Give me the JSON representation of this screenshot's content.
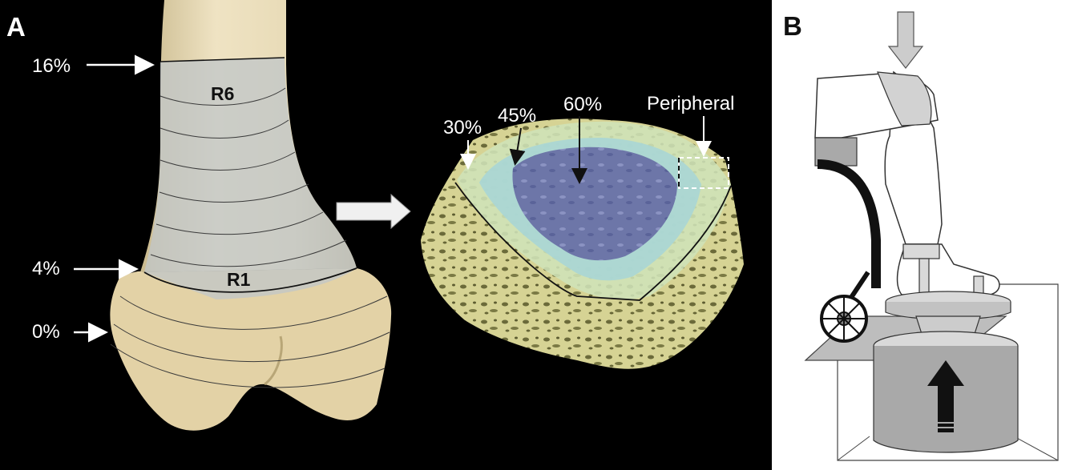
{
  "panel_a": {
    "letter": "A",
    "femur_levels": {
      "top": "16%",
      "middle": "4%",
      "bottom": "0%"
    },
    "regions": {
      "upper": "R6",
      "lower": "R1"
    },
    "slice_labels": {
      "outer": "30%",
      "mid": "45%",
      "inner": "60%",
      "peripheral": "Peripheral"
    },
    "colors": {
      "background": "#000000",
      "bone": "#e6d7b0",
      "trabecular": "#d9d595",
      "ring_30": "#c9dfb9",
      "ring_45": "#a9d4d2",
      "core_60": "#6f78a9"
    }
  },
  "panel_b": {
    "letter": "B",
    "colors": {
      "device_gray": "#a9a9a9",
      "platform_gray": "#bdbdbd"
    }
  }
}
